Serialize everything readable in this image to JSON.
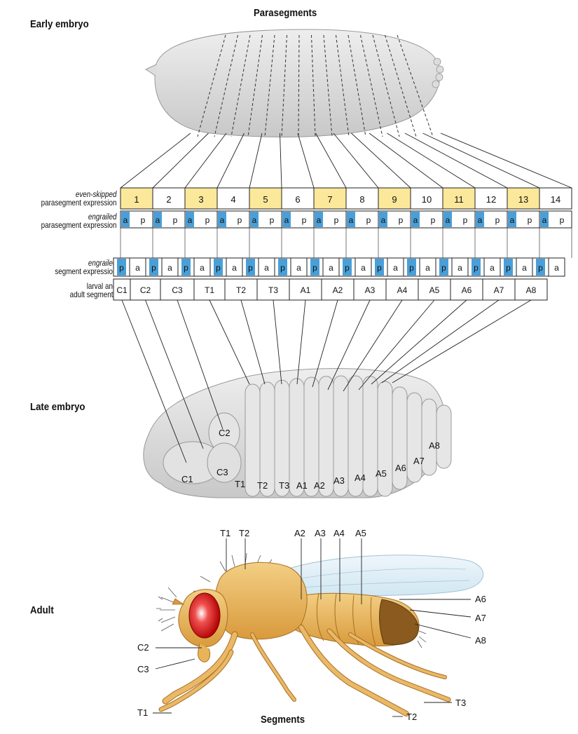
{
  "labels": {
    "parasegments": "Parasegments",
    "early_embryo": "Early embryo",
    "late_embryo": "Late embryo",
    "adult": "Adult",
    "segments": "Segments"
  },
  "row_labels": {
    "eve_italic": "even-skipped",
    "eve_rest": "parasegment expression",
    "en_ps_italic": "engrailed",
    "en_ps_rest": "parasegment expression",
    "en_seg_italic": "engrailed",
    "en_seg_rest": "segment expression",
    "larval_1": "larval and",
    "larval_2": "adult segments"
  },
  "parasegments": [
    "1",
    "2",
    "3",
    "4",
    "5",
    "6",
    "7",
    "8",
    "9",
    "10",
    "11",
    "12",
    "13",
    "14"
  ],
  "parasegment_highlighted": [
    "1",
    "3",
    "5",
    "7",
    "9",
    "11",
    "13"
  ],
  "parasegment_ap": [
    "a",
    "p"
  ],
  "segment_ap": [
    "p",
    "a",
    "p",
    "a",
    "p",
    "a",
    "p",
    "a",
    "p",
    "a",
    "p",
    "a",
    "p",
    "a",
    "p",
    "a",
    "p",
    "a",
    "p",
    "a",
    "p",
    "a",
    "p",
    "a",
    "p",
    "a",
    "p",
    "a"
  ],
  "segments": [
    "C1",
    "C2",
    "C3",
    "T1",
    "T2",
    "T3",
    "A1",
    "A2",
    "A3",
    "A4",
    "A5",
    "A6",
    "A7",
    "A8"
  ],
  "late_embryo_labels": [
    "C1",
    "C2",
    "C3",
    "T1",
    "T2",
    "T3",
    "A1",
    "A2",
    "A3",
    "A4",
    "A5",
    "A6",
    "A7",
    "A8"
  ],
  "adult_labels_top": [
    "T1",
    "T2",
    "A2",
    "A3",
    "A4",
    "A5"
  ],
  "adult_labels_right": [
    "A6",
    "A7",
    "A8"
  ],
  "adult_labels_left": [
    "C2",
    "C3",
    "T1"
  ],
  "adult_labels_legs": [
    "T3",
    "T2"
  ],
  "colors": {
    "highlight_yellow": "#fbe89a",
    "blue": "#4a9fd8",
    "embryo_gray": "#d9d9d9",
    "fly_body": "#e8b45a",
    "eye_red": "#e02020"
  }
}
